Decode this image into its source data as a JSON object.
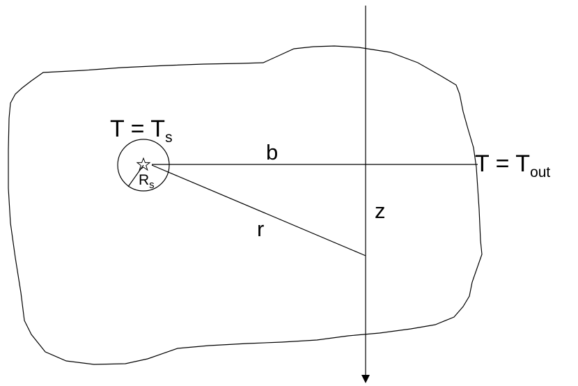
{
  "labels": {
    "source_temp_lhs": "T",
    "source_temp_eq": " = T",
    "source_temp_sub": "s",
    "outer_temp_lhs": "T",
    "outer_temp_eq": " = T",
    "outer_temp_sub": "out",
    "distance_b": "b",
    "distance_r": "r",
    "axis_z": "z",
    "radius_main": "R",
    "radius_sub": "s"
  },
  "colors": {
    "stroke": "#000000",
    "background": "#ffffff"
  },
  "icons": {
    "source_marker": "star-icon",
    "axis_arrow": "arrow-down-icon"
  }
}
